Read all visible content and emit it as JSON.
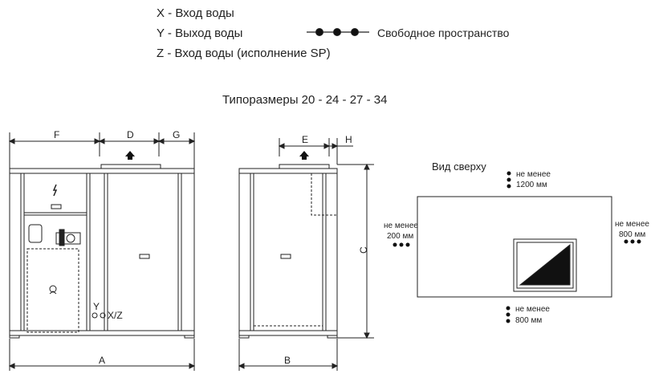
{
  "legend": {
    "x_label": "X - Вход воды",
    "y_label": "Y - Выход воды",
    "z_label": "Z - Вход воды (исполнение SP)",
    "free_space": "Свободное пространство"
  },
  "subtitle": "Типоразмеры  20 - 24 - 27 - 34",
  "front_view": {
    "dim_a": "A",
    "dim_d": "D",
    "dim_f": "F",
    "dim_g": "G",
    "conn_y": "Y",
    "conn_xz": "X/Z"
  },
  "side_view": {
    "dim_b": "B",
    "dim_c": "C",
    "dim_e": "E",
    "dim_h": "H"
  },
  "top_view": {
    "title": "Вид сверху",
    "top_label": "не менее",
    "top_value": "1200 мм",
    "left_label": "не менее",
    "left_value": "200 мм",
    "right_label": "не менее",
    "right_value": "800 мм",
    "bottom_label": "не менее",
    "bottom_value": "800 мм"
  },
  "colors": {
    "line": "#222222",
    "fill_dark": "#111111"
  }
}
